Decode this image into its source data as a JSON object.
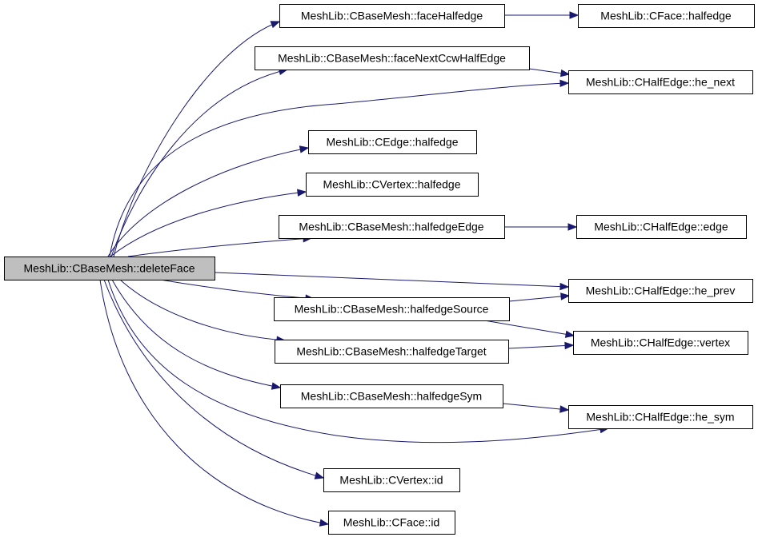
{
  "graph": {
    "edge_color": "#191970",
    "root_fill": "#bfbfbf",
    "node_fill": "#ffffff",
    "nodes": [
      {
        "id": "root",
        "label": "MeshLib::CBaseMesh::deleteFace"
      },
      {
        "id": "bm_faceHalfedge",
        "label": "MeshLib::CBaseMesh::faceHalfedge"
      },
      {
        "id": "face_halfedge",
        "label": "MeshLib::CFace::halfedge"
      },
      {
        "id": "bm_faceNextCcw",
        "label": "MeshLib::CBaseMesh::faceNextCcwHalfEdge"
      },
      {
        "id": "he_next",
        "label": "MeshLib::CHalfEdge::he_next"
      },
      {
        "id": "edge_halfedge",
        "label": "MeshLib::CEdge::halfedge"
      },
      {
        "id": "vertex_halfedge",
        "label": "MeshLib::CVertex::halfedge"
      },
      {
        "id": "bm_halfedgeEdge",
        "label": "MeshLib::CBaseMesh::halfedgeEdge"
      },
      {
        "id": "he_edge",
        "label": "MeshLib::CHalfEdge::edge"
      },
      {
        "id": "he_prev",
        "label": "MeshLib::CHalfEdge::he_prev"
      },
      {
        "id": "bm_halfedgeSource",
        "label": "MeshLib::CBaseMesh::halfedgeSource"
      },
      {
        "id": "bm_halfedgeTarget",
        "label": "MeshLib::CBaseMesh::halfedgeTarget"
      },
      {
        "id": "he_vertex",
        "label": "MeshLib::CHalfEdge::vertex"
      },
      {
        "id": "bm_halfedgeSym",
        "label": "MeshLib::CBaseMesh::halfedgeSym"
      },
      {
        "id": "he_sym",
        "label": "MeshLib::CHalfEdge::he_sym"
      },
      {
        "id": "vertex_id",
        "label": "MeshLib::CVertex::id"
      },
      {
        "id": "face_id",
        "label": "MeshLib::CFace::id"
      }
    ],
    "edges": [
      {
        "from": "root",
        "to": "bm_faceHalfedge"
      },
      {
        "from": "bm_faceHalfedge",
        "to": "face_halfedge"
      },
      {
        "from": "root",
        "to": "bm_faceNextCcw"
      },
      {
        "from": "bm_faceNextCcw",
        "to": "he_next"
      },
      {
        "from": "root",
        "to": "he_next"
      },
      {
        "from": "root",
        "to": "edge_halfedge"
      },
      {
        "from": "root",
        "to": "vertex_halfedge"
      },
      {
        "from": "root",
        "to": "bm_halfedgeEdge"
      },
      {
        "from": "bm_halfedgeEdge",
        "to": "he_edge"
      },
      {
        "from": "root",
        "to": "he_prev"
      },
      {
        "from": "root",
        "to": "bm_halfedgeSource"
      },
      {
        "from": "bm_halfedgeSource",
        "to": "he_prev"
      },
      {
        "from": "bm_halfedgeSource",
        "to": "he_vertex"
      },
      {
        "from": "root",
        "to": "bm_halfedgeTarget"
      },
      {
        "from": "bm_halfedgeTarget",
        "to": "he_vertex"
      },
      {
        "from": "root",
        "to": "bm_halfedgeSym"
      },
      {
        "from": "bm_halfedgeSym",
        "to": "he_sym"
      },
      {
        "from": "root",
        "to": "he_sym"
      },
      {
        "from": "root",
        "to": "vertex_id"
      },
      {
        "from": "root",
        "to": "face_id"
      }
    ]
  }
}
